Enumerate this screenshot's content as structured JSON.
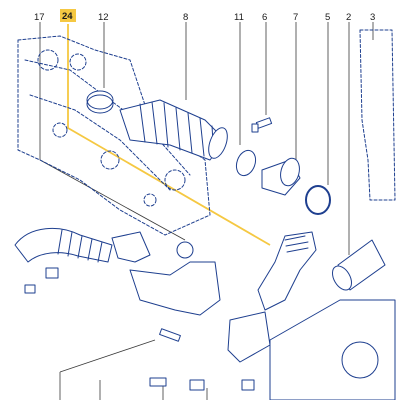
{
  "diagram": {
    "highlight_color": "#f5c842",
    "line_color": "#2b2b2b",
    "part_color": "#1e3f8f",
    "leader_color": "#3a3a3a",
    "highlighted_callout": "24",
    "callouts": [
      {
        "id": "c17",
        "label": "17"
      },
      {
        "id": "c24",
        "label": "24",
        "highlighted": true
      },
      {
        "id": "c12",
        "label": "12"
      },
      {
        "id": "c8",
        "label": "8"
      },
      {
        "id": "c11",
        "label": "11"
      },
      {
        "id": "c6",
        "label": "6"
      },
      {
        "id": "c7",
        "label": "7"
      },
      {
        "id": "c5",
        "label": "5"
      },
      {
        "id": "c2",
        "label": "2"
      },
      {
        "id": "c3",
        "label": "3"
      }
    ]
  }
}
